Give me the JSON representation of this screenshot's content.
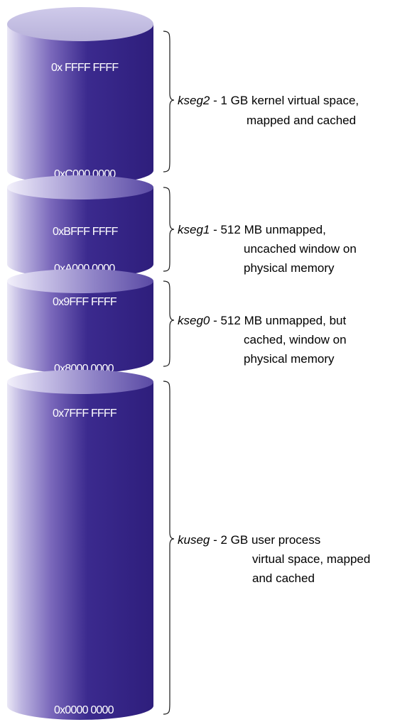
{
  "colors": {
    "body_dark": "#2e1e7c",
    "body_light": "#eae7f6",
    "top_cap": "#b8b2da",
    "address_text": "#ffffff",
    "label_text": "#000000"
  },
  "segments": [
    {
      "id": "kseg2",
      "name": "kseg2",
      "top_address": "0x FFFF FFFF",
      "bottom_address": "0xC000 0000",
      "description_lines": [
        " - 1 GB kernel virtual space,",
        "mapped and cached"
      ]
    },
    {
      "id": "kseg1",
      "name": "kseg1",
      "top_address": "0xBFFF FFFF",
      "bottom_address": "0xA000 0000",
      "description_lines": [
        " - 512 MB unmapped,",
        "uncached window on",
        "physical memory"
      ]
    },
    {
      "id": "kseg0",
      "name": "kseg0",
      "top_address": "0x9FFF FFFF",
      "bottom_address": "0x8000 0000",
      "description_lines": [
        " - 512 MB unmapped, but",
        "cached, window on",
        "physical memory"
      ]
    },
    {
      "id": "kuseg",
      "name": "kuseg",
      "top_address": "0x7FFF FFFF",
      "bottom_address": "0x0000 0000",
      "description_lines": [
        " - 2 GB user process",
        "virtual space, mapped",
        "and cached"
      ]
    }
  ]
}
